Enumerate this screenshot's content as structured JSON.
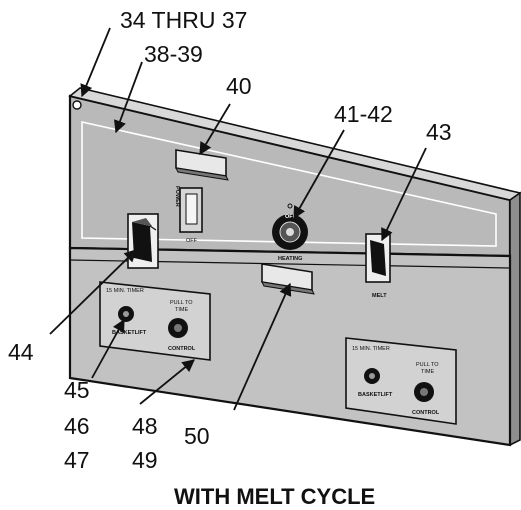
{
  "callouts": {
    "c34_37": "34 THRU 37",
    "c38_39": "38-39",
    "c40": "40",
    "c41_42": "41-42",
    "c43": "43",
    "c44": "44",
    "c45": "45",
    "c46": "46",
    "c47": "47",
    "c48": "48",
    "c49": "49",
    "c50": "50"
  },
  "panel_labels": {
    "power_vertical": "POWER",
    "off": "OFF",
    "dial_off": "OFF",
    "heating": "HEATING",
    "melt": "MELT",
    "timer_left": "15 MIN. TIMER",
    "pull_to_time_left": "PULL TO",
    "time_left": "TIME",
    "basketlift_left": "BASKETLIFT",
    "control_left": "CONTROL",
    "timer_right": "15 MIN. TIMER",
    "pull_to_time_right": "PULL TO",
    "time_right": "TIME",
    "basketlift_right": "BASKETLIFT",
    "control_right": "CONTROL"
  },
  "caption": "WITH MELT CYCLE"
}
